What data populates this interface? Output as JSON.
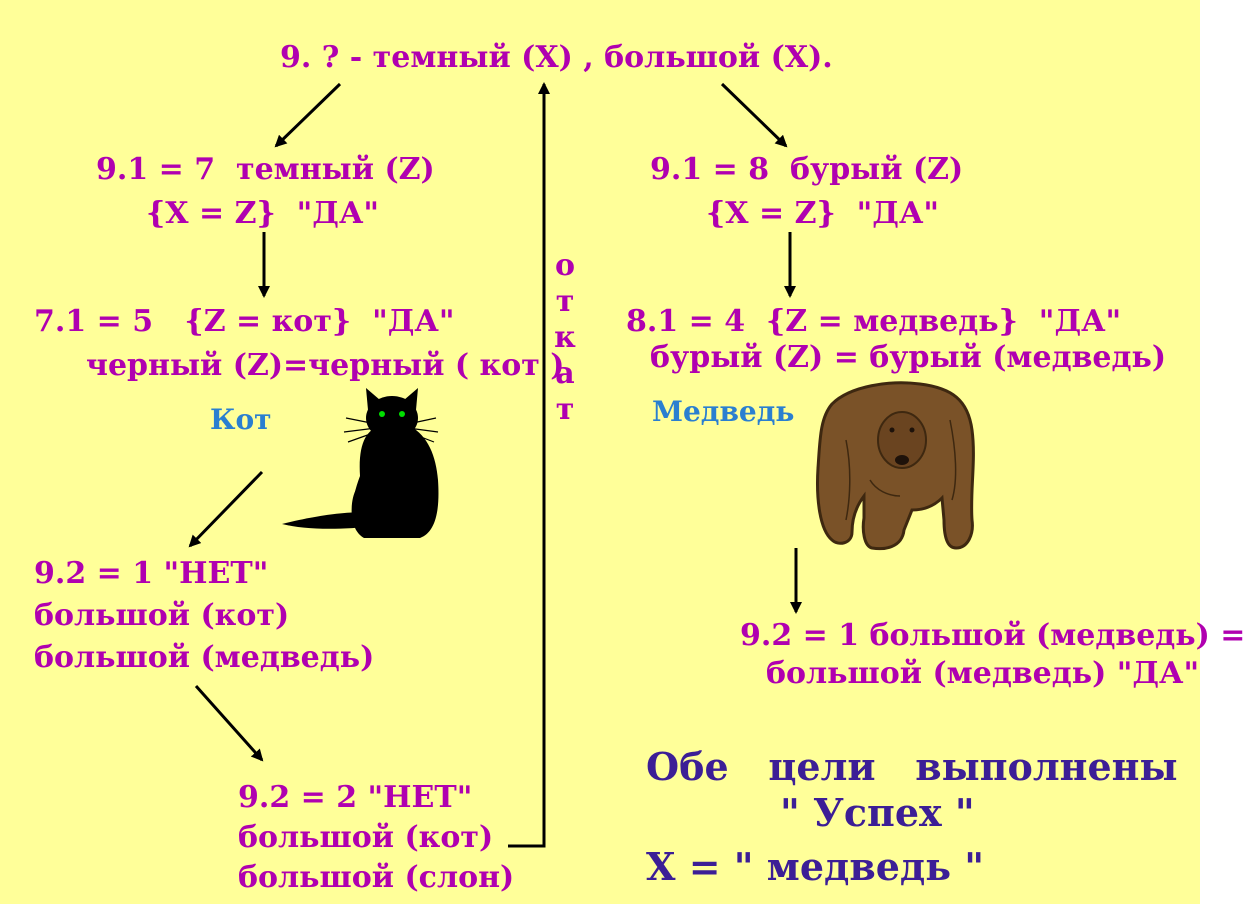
{
  "goal": "9. ? - темный (X) , большой (X).",
  "left": {
    "step1_line1": "9.1 = 7  темный (Z)",
    "step1_line2": "{X = Z}  \"ДА\"",
    "step2_line1": "7.1 = 5   {Z = кот}  \"ДА\"",
    "step2_line2": "черный (Z)=черный ( кот )",
    "animal_label": "Кот",
    "step3_line1": "9.2 = 1 \"НЕТ\"",
    "step3_line2": "большой (кот)",
    "step3_line3": "большой (медведь)",
    "step4_line1": "9.2 = 2 \"НЕТ\"",
    "step4_line2": "большой (кот)",
    "step4_line3": "большой (слон)"
  },
  "backtrack_letters": [
    "о",
    "т",
    "к",
    "а",
    "т"
  ],
  "right": {
    "step1_line1": "9.1 = 8  бурый (Z)",
    "step1_line2": "{X = Z}  \"ДА\"",
    "step2_line1": "8.1 = 4  {Z = медведь}  \"ДА\"",
    "step2_line2": "бурый (Z) = бурый (медведь)",
    "animal_label": "Медведь",
    "step3_line1": "9.2 = 1 большой (медведь) =",
    "step3_line2": "большой (медведь) \"ДА\""
  },
  "result": {
    "line1": "Обе   цели   выполнены",
    "line2": "\" Успех \"",
    "line3": "X = \" медведь \""
  },
  "colors": {
    "background": "#ffff99",
    "text": "#b000b0",
    "label": "#2a7fd0",
    "result": "#3c1e96",
    "cat": "#000000",
    "bear": "#7a5228"
  },
  "icons": [
    "cat-illustration",
    "bear-illustration"
  ]
}
